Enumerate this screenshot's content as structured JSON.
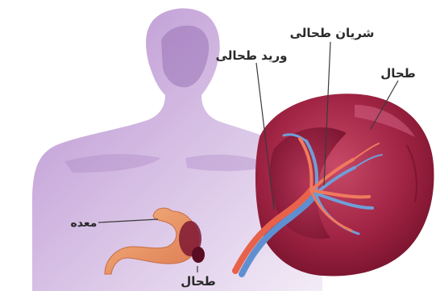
{
  "labels": {
    "splenic_artery": "شریان طحالی",
    "splenic_vein": "ورید طحالی",
    "spleen_main": "طحال",
    "stomach": "معده",
    "spleen_small": "طحال"
  },
  "colors": {
    "body_light": "#e6d3ee",
    "body_mid": "#c9a6dc",
    "body_dark": "#8e63a8",
    "spleen_base": "#9c1f3e",
    "spleen_dark": "#6e0f27",
    "spleen_highlight": "#c84a68",
    "artery": "#e8624b",
    "vein": "#6f9fd8",
    "stomach": "#f0a06e",
    "leader_line": "#3a3a3a"
  }
}
